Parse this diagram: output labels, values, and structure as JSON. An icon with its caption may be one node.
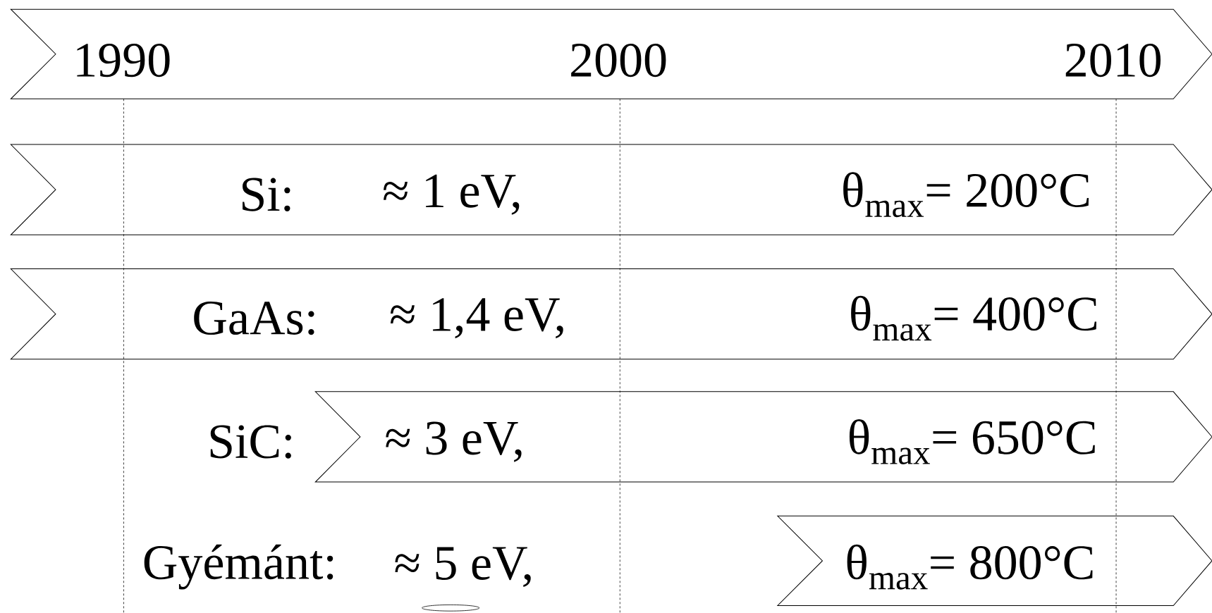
{
  "diagram": {
    "nodes": [
      {
        "text": [
          "1990",
          "2000",
          "2010"
        ]
      },
      {
        "text": [
          "Si:",
          "≈ 1 eV,",
          "θ$_{max}$= 200°C"
        ]
      },
      {
        "text": [
          "GaAs:",
          "≈ 1,4 eV,",
          "θ$_{max}$= 400°C"
        ]
      },
      {
        "text": [
          "≈ 3 eV,",
          "θ$_{max}$= 650°C"
        ],
        "beside": [
          "SiC:"
        ]
      },
      {
        "text": [
          "θ$_{max}$= 800°C"
        ],
        "beside": [
          "Gyémánt:",
          "≈ 5 eV,"
        ]
      }
    ]
  }
}
